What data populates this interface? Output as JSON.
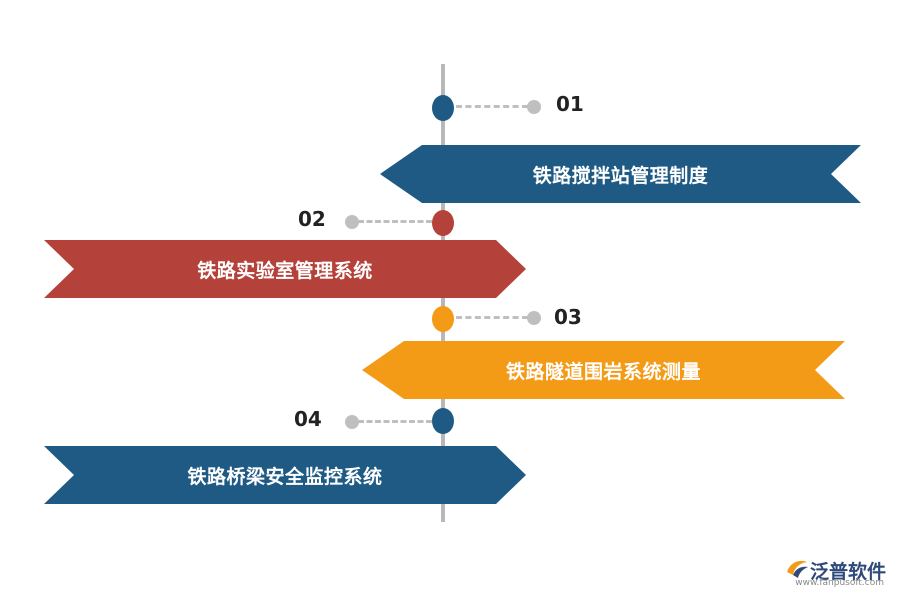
{
  "colors": {
    "blue": "#1f5a85",
    "red": "#b5423a",
    "orange": "#f39a17",
    "connector_gray": "#bfbfbf",
    "axis_gray": "#b8b8b8"
  },
  "steps": [
    {
      "number": "01",
      "label": "铁路搅拌站管理制度",
      "color": "#1f5a85",
      "side": "right"
    },
    {
      "number": "02",
      "label": "铁路实验室管理系统",
      "color": "#b5423a",
      "side": "left"
    },
    {
      "number": "03",
      "label": "铁路隧道围岩系统测量",
      "color": "#f39a17",
      "side": "right"
    },
    {
      "number": "04",
      "label": "铁路桥梁安全监控系统",
      "color": "#1f5a85",
      "side": "left"
    }
  ],
  "logo": {
    "text": "泛普软件",
    "url": "www.fanpusoft.com",
    "icon": "fanpu-logo-icon"
  }
}
